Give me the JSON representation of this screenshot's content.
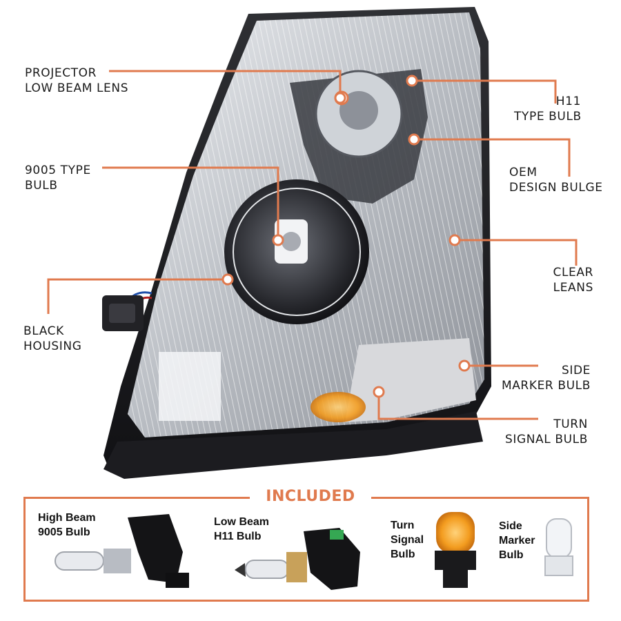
{
  "callouts": {
    "projector": "PROJECTOR\nLOW BEAM LENS",
    "h11": "H11\nTYPE BULB",
    "bulb9005": "9005 TYPE\nBULB",
    "oem": "OEM\nDESIGN BULGE",
    "clear": "CLEAR\nLEANS",
    "black": "BLACK\nHOUSING",
    "side": "SIDE\nMARKER BULB",
    "turn": "TURN\nSIGNAL BULB"
  },
  "included": {
    "title": "INCLUDED",
    "items": [
      {
        "label": "High Beam\n9005 Bulb"
      },
      {
        "label": "Low Beam\nH11 Bulb"
      },
      {
        "label": "Turn\nSignal\nBulb"
      },
      {
        "label": "Side\nMarker\nBulb"
      }
    ]
  },
  "colors": {
    "accent": "#e07a4e",
    "housing": "#2b2b2f",
    "lens": "#c9ccd1"
  }
}
